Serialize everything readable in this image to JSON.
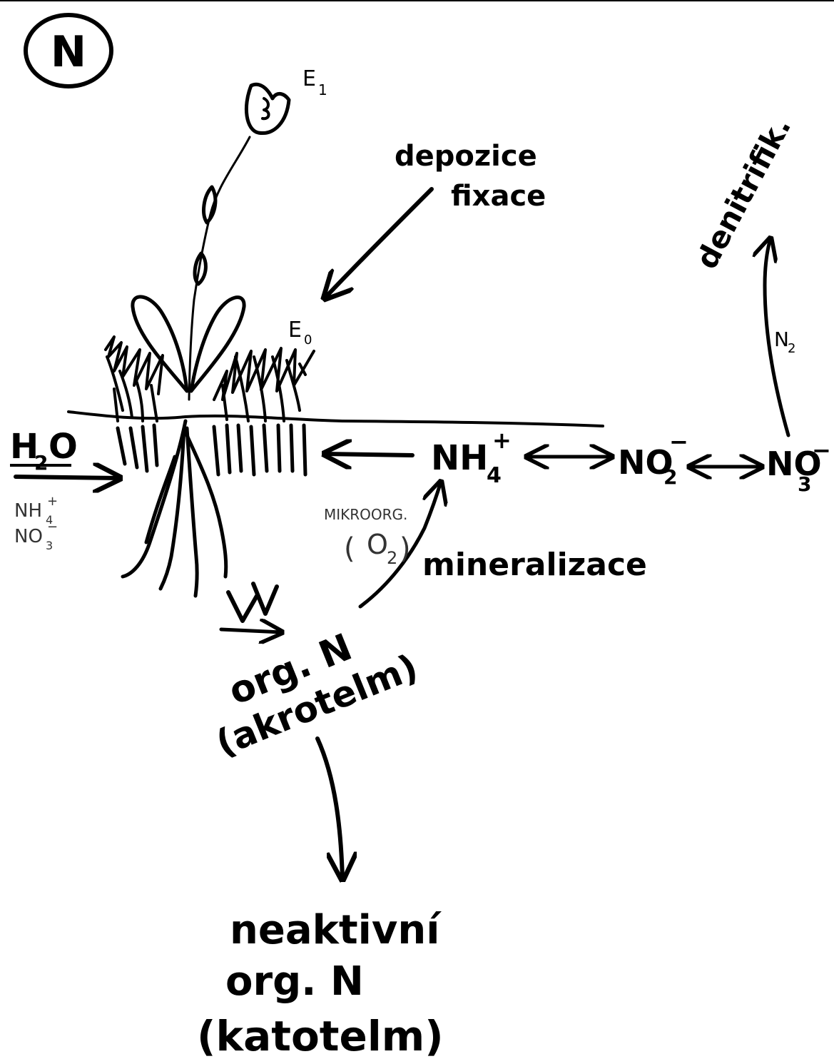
{
  "labels": {
    "badge": "N",
    "e1": "E",
    "e1_sub": "1",
    "e0": "E",
    "e0_sub": "0",
    "deposition": "depozice",
    "fixation": "fixace",
    "denitrification": "denitrifik.",
    "n2": "N",
    "n2_sub": "2",
    "h2o_h": "H",
    "h2o_sub": "2",
    "h2o_o": "O",
    "nh4_small": "NH",
    "nh4_small_sub": "4",
    "nh4_small_sup": "+",
    "no3_small": "NO",
    "no3_small_sub": "3",
    "no3_small_sup": "−",
    "nh4": "NH",
    "nh4_sub": "4",
    "nh4_sup": "+",
    "no2": "NO",
    "no2_sub": "2",
    "no2_sup": "−",
    "no3": "NO",
    "no3_sub": "3",
    "no3_sup": "−",
    "microorg": "MIKROORG.",
    "o2_open": "(",
    "o2": "O",
    "o2_sub": "2",
    "o2_close": ")",
    "mineralization": "mineralizace",
    "org_n": "org. N",
    "acrotelm": "(akrotelm)",
    "inactive": "neaktivní",
    "inactive_org_n": "org. N",
    "catotelm": "(katotelm)"
  }
}
